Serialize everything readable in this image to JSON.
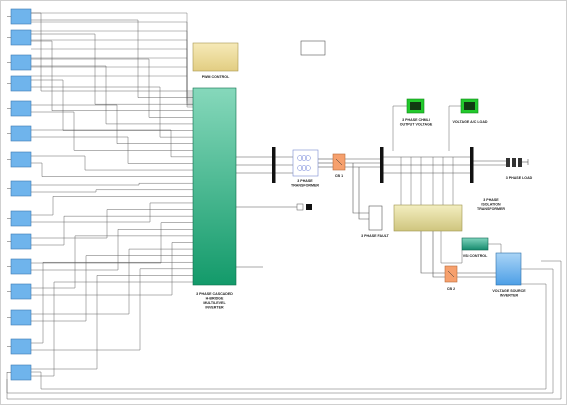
{
  "window": {
    "title": ""
  },
  "blocks": {
    "pwm_control": {
      "label": "PWM CONTROL"
    },
    "inverter": {
      "label_lines": [
        "3 PHASE CASCADED",
        "H-BRIDGE",
        "MULTILEVEL",
        "INVERTER"
      ]
    },
    "transformer": {
      "label_lines": [
        "3 PHASE",
        "TRANSFORMER"
      ]
    },
    "cb1": {
      "label": "CB 1"
    },
    "fault": {
      "label": "3 PHASE FAULT"
    },
    "isolation_transformer": {
      "label_lines": [
        "3 PHASE",
        "ISOLATION",
        "TRANSFORMER"
      ]
    },
    "load": {
      "label": "3 PHASE LOAD"
    },
    "scope_output": {
      "label_lines": [
        "3 PHASE CHMLI",
        "OUTPUT VOLTAGE"
      ]
    },
    "scope_load": {
      "label": "VOLTAGE A/C LOAD"
    },
    "vsi_control": {
      "label": "VSI CONTROL"
    },
    "cb2": {
      "label": "CB 2"
    },
    "vsi": {
      "label_lines": [
        "VOLTAGE SOURCE",
        "INVERTER"
      ]
    }
  },
  "colors": {
    "input_block": "#6fb4ec",
    "inverter_top": "#86d8bb",
    "inverter_bottom": "#139a6a",
    "pwm_block": "#eedd9c",
    "iso_transformer": "#ded89a",
    "scope": "#22c92c",
    "breaker": "#f6a06d",
    "vsi": "#7ab8ec",
    "vsi_control": "#2aa889",
    "wire": "#555555"
  },
  "icons": [
    "dc-source-icon",
    "scope-icon",
    "breaker-icon",
    "transformer-icon",
    "bus-bar-icon",
    "load-icon",
    "ground-icon"
  ]
}
